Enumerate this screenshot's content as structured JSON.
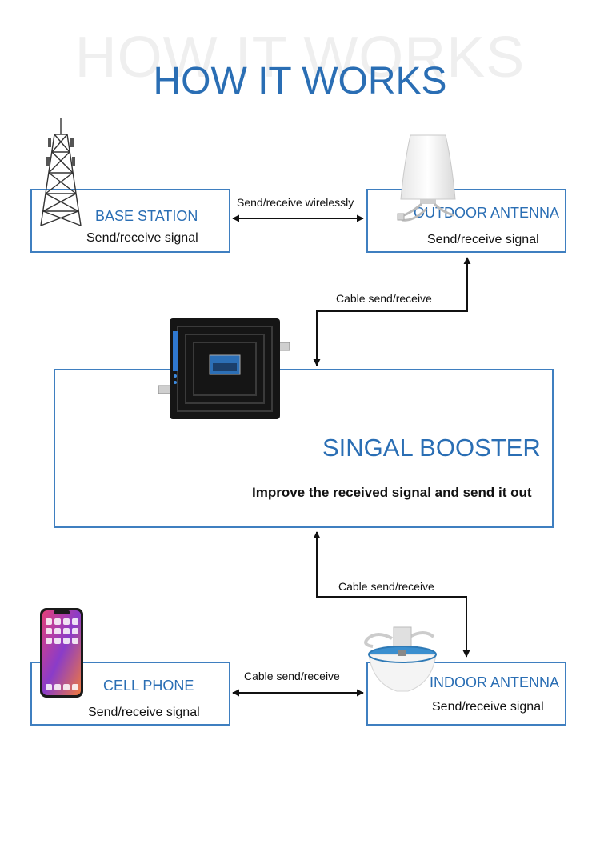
{
  "header": {
    "title_shadow": "HOW IT WORKS",
    "title": "HOW IT WORKS"
  },
  "nodes": {
    "base_station": {
      "title": "BASE STATION",
      "subtitle": "Send/receive signal"
    },
    "outdoor_antenna": {
      "title": "OUTDOOR ANTENNA",
      "subtitle": "Send/receive signal"
    },
    "booster": {
      "title": "SINGAL BOOSTER",
      "subtitle": "Improve the received signal and send it out"
    },
    "cell_phone": {
      "title": "CELL PHONE",
      "subtitle": "Send/receive signal"
    },
    "indoor_antenna": {
      "title": "INDOOR ANTENNA",
      "subtitle": "Send/receive signal"
    }
  },
  "connections": {
    "base_outdoor": "Send/receive wirelessly",
    "outdoor_booster": "Cable send/receive",
    "booster_indoor": "Cable send/receive",
    "phone_indoor": "Cable send/receive"
  },
  "colors": {
    "accent": "#2a6eb4",
    "border": "#3f7fc0",
    "text": "#111111",
    "device_body": "#151515"
  },
  "icons": {
    "tower": "cell-tower-icon",
    "outdoor_antenna": "panel-antenna-icon",
    "booster": "signal-booster-device",
    "phone": "smartphone-icon",
    "indoor_antenna": "ceiling-antenna-icon"
  }
}
